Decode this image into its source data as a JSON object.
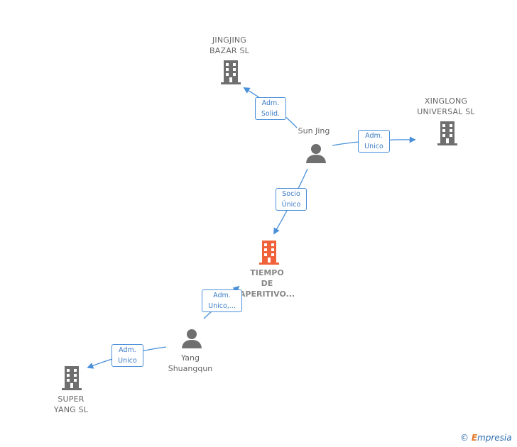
{
  "nodes": {
    "jingjing": {
      "line1": "JINGJING",
      "line2": "BAZAR  SL"
    },
    "xinglong": {
      "line1": "XINGLONG",
      "line2": "UNIVERSAL  SL"
    },
    "sun_jing": {
      "line1": "Sun Jing"
    },
    "tiempo": {
      "line1": "TIEMPO",
      "line2": "DE",
      "line3": "APERITIVO..."
    },
    "yang": {
      "line1": "Yang",
      "line2": "Shuangqun"
    },
    "super_yang": {
      "line1": "SUPER",
      "line2": "YANG SL"
    }
  },
  "edges": {
    "sun_to_jingjing": {
      "line1": "Adm.",
      "line2": "Solid."
    },
    "sun_to_xinglong": {
      "line1": "Adm.",
      "line2": "Unico"
    },
    "sun_to_tiempo": {
      "line1": "Socio",
      "line2": "Único"
    },
    "yang_to_tiempo": {
      "line1": "Adm.",
      "line2": "Unico,..."
    },
    "yang_to_super": {
      "line1": "Adm.",
      "line2": "Unico"
    }
  },
  "footer": {
    "copyright": "©",
    "brand_first": "E",
    "brand_rest": "mpresia"
  },
  "colors": {
    "company_icon": "#6f6f6f",
    "focus_icon": "#f0623a",
    "person_icon": "#6f6f6f",
    "edge_line": "#4a8fd9"
  }
}
